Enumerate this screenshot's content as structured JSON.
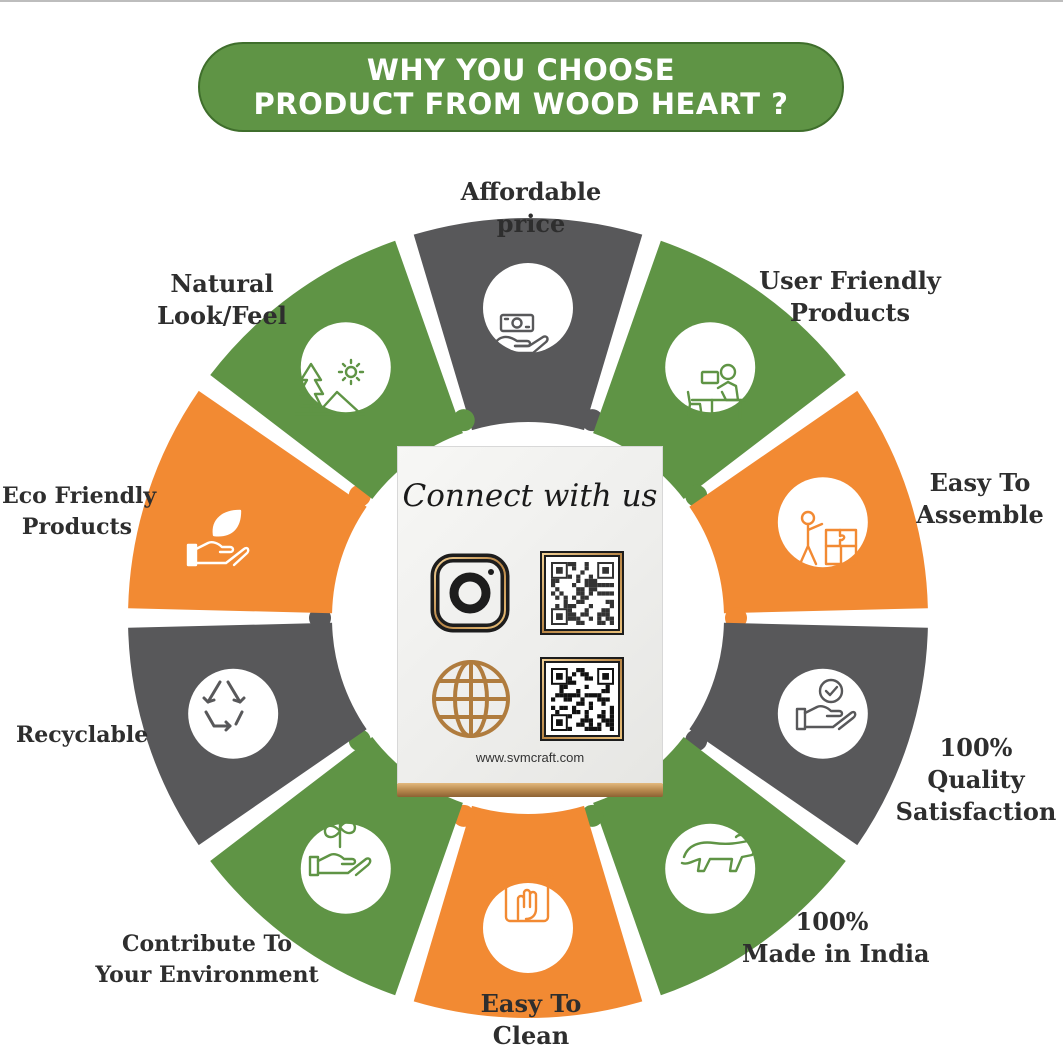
{
  "banner": {
    "line1": "WHY YOU CHOOSE",
    "line2": "PRODUCT FROM WOOD HEART ?"
  },
  "colors": {
    "green": "#5f9445",
    "orange": "#f28a33",
    "gray": "#58585a",
    "dark_text": "#2e2e2e"
  },
  "features": {
    "affordable": {
      "line1": "Affordable",
      "line2": "price",
      "icon": "money-hand-icon"
    },
    "user_friendly": {
      "line1": "User Friendly",
      "line2": "Products",
      "icon": "person-at-desk-icon"
    },
    "easy_assemble": {
      "line1": "Easy To",
      "line2": "Assemble",
      "icon": "puzzle-assemble-icon"
    },
    "quality": {
      "line1": "100%",
      "line2": "Quality",
      "line3": "Satisfaction",
      "icon": "hand-badge-icon"
    },
    "made_in_india": {
      "line1": "100%",
      "line2": "Made in India",
      "icon": "lion-icon"
    },
    "easy_clean": {
      "line1": "Easy To",
      "line2": "Clean",
      "icon": "wipe-clean-icon"
    },
    "environment": {
      "line1": "Contribute To",
      "line2": "Your Environment",
      "icon": "plant-hand-icon"
    },
    "recyclable": {
      "line1": "Recyclable",
      "icon": "recycle-icon"
    },
    "eco_friendly": {
      "line1": "Eco Friendly",
      "line2": "Products",
      "icon": "leaf-hand-icon"
    },
    "natural": {
      "line1": "Natural",
      "line2": "Look/Feel",
      "icon": "tree-mountain-sun-icon"
    }
  },
  "product": {
    "heading": "Connect with us",
    "url": "www.svmcraft.com"
  }
}
